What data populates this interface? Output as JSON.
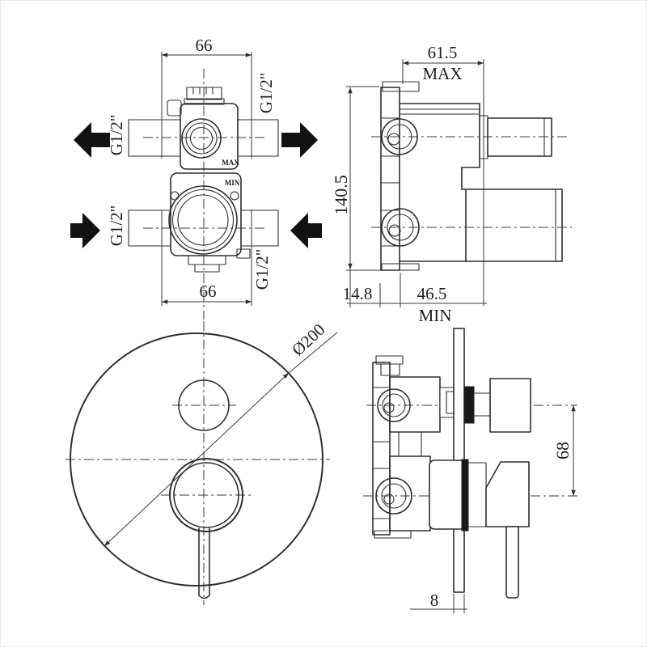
{
  "drawing": {
    "type": "technical-drawing",
    "subject": "concealed shower mixer valve with round trim plate",
    "line_color": "#2f2f2f",
    "arrow_color": "#111111",
    "background": "#ffffff"
  },
  "front_rough_view": {
    "width_top": "66",
    "width_bottom": "66",
    "thread_top_left": "G1/2\"",
    "thread_top_right": "G1/2\"",
    "thread_bottom_left": "G1/2\"",
    "thread_bottom_right": "G1/2\"",
    "max": "MAX",
    "min": "MIN"
  },
  "side_rough_view": {
    "depth_max": "61.5",
    "max": "MAX",
    "height": "140.5",
    "wall_offset": "14.8",
    "depth_min": "46.5",
    "min": "MIN"
  },
  "trim_front_view": {
    "plate_diameter": "Ø200"
  },
  "trim_side_view": {
    "handle_distance": "68",
    "plate_thickness": "8"
  }
}
